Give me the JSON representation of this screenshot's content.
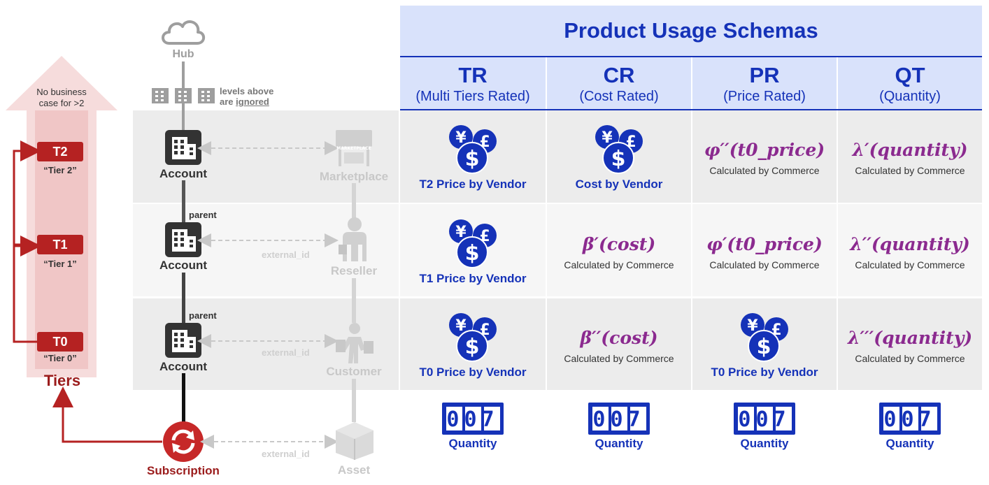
{
  "header": {
    "title": "Product Usage Schemas"
  },
  "columns": [
    {
      "code": "TR",
      "name": "(Multi Tiers Rated)"
    },
    {
      "code": "CR",
      "name": "(Cost Rated)"
    },
    {
      "code": "PR",
      "name": "(Price Rated)"
    },
    {
      "code": "QT",
      "name": "(Quantity)"
    }
  ],
  "rows": {
    "t2": {
      "tr": "T2 Price by Vendor",
      "cr": "Cost by Vendor",
      "pr_formula": "φ′′(t0_price)",
      "pr_note": "Calculated by Commerce",
      "qt_formula": "λ′(quantity)",
      "qt_note": "Calculated by Commerce"
    },
    "t1": {
      "tr": "T1 Price by Vendor",
      "cr_formula": "β′(cost)",
      "cr_note": "Calculated by Commerce",
      "pr_formula": "φ′(t0_price)",
      "pr_note": "Calculated by Commerce",
      "qt_formula": "λ′′(quantity)",
      "qt_note": "Calculated by Commerce"
    },
    "t0": {
      "tr": "T0 Price by Vendor",
      "cr_formula": "β′′(cost)",
      "cr_note": "Calculated by Commerce",
      "pr": "T0 Price by Vendor",
      "qt_formula": "λ′′′(quantity)",
      "qt_note": "Calculated by Commerce"
    }
  },
  "quantity": {
    "counter": "007",
    "label": "Quantity"
  },
  "hierarchy": {
    "hub": "Hub",
    "levels_line1": "levels above",
    "levels_line2_prefix": "are",
    "levels_line2_emph": "ignored",
    "account": "Account",
    "parent": "parent",
    "subscription": "Subscription",
    "external_id": "external_id",
    "marketplace": "Marketplace",
    "marketplace_sign": "MARKETPLACE",
    "reseller": "Reseller",
    "customer": "Customer",
    "asset": "Asset"
  },
  "tiers": {
    "note_line1": "No business",
    "note_line2": "case for >2",
    "title": "Tiers",
    "items": [
      {
        "code": "T2",
        "name": "“Tier 2”"
      },
      {
        "code": "T1",
        "name": "“Tier 1”"
      },
      {
        "code": "T0",
        "name": "“Tier 0”"
      }
    ]
  },
  "colors": {
    "blue": "#1532b8",
    "purple": "#8b2a8f",
    "red": "#b52222",
    "header_bg": "#d9e2fb"
  }
}
